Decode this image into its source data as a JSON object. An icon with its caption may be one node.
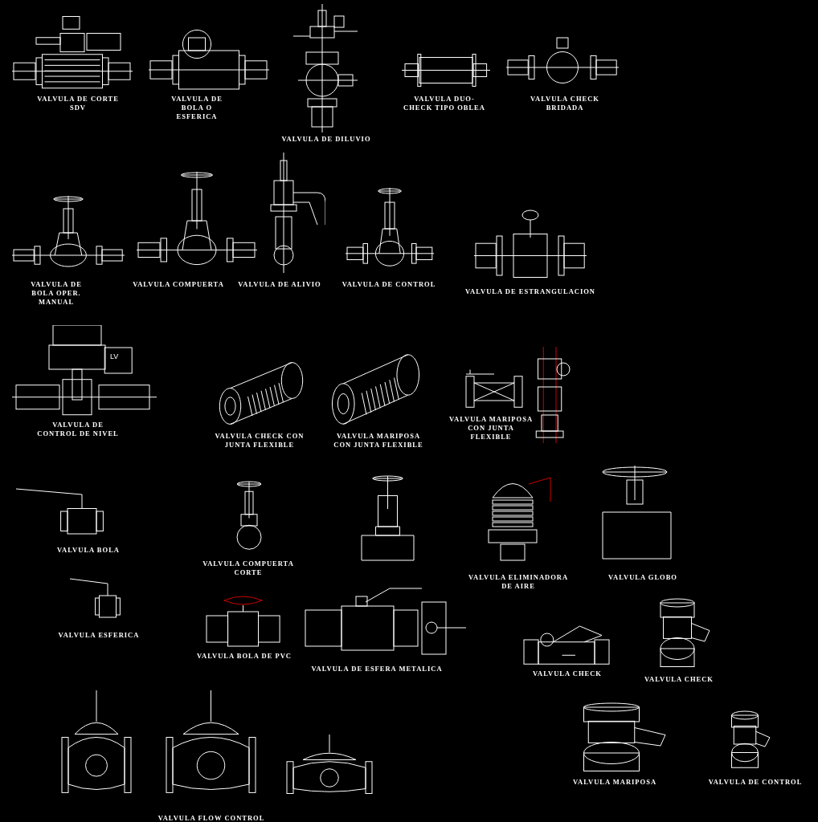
{
  "diagram": {
    "labels": [
      "VALVULA DE CORTE SDV",
      "VALVULA DE BOLA O ESFERICA",
      "VALVULA DE DILUVIO",
      "VALVULA DUO-CHECK TIPO OBLEA",
      "VALVULA CHECK BRIDADA",
      "VALVULA DE BOLA OPER. MANUAL",
      "VALVULA COMPUERTA",
      "VALVULA DE ALIVIO",
      "VALVULA DE CONTROL",
      "VALVULA DE ESTRANGULACION",
      "LV",
      "VALVULA DE CONTROL DE NIVEL",
      "VALVULA CHECK CON JUNTA FLEXIBLE",
      "VALVULA MARIPOSA CON JUNTA FLEXIBLE",
      "VALVULA MARIPOSA CON JUNTA FLEXIBLE",
      "VALVULA BOLA",
      "VALVULA COMPUERTA CORTE",
      "VALVULA ELIMINADORA DE AIRE",
      "VALVULA GLOBO",
      "VALVULA ESFERICA",
      "VALVULA BOLA DE PVC",
      "VALVULA DE ESFERA METALICA",
      "VALVULA CHECK",
      "VALVULA CHECK",
      "VALVULA MARIPOSA",
      "VALVULA DE CONTROL",
      "VALVULA FLOW CONTROL"
    ]
  }
}
